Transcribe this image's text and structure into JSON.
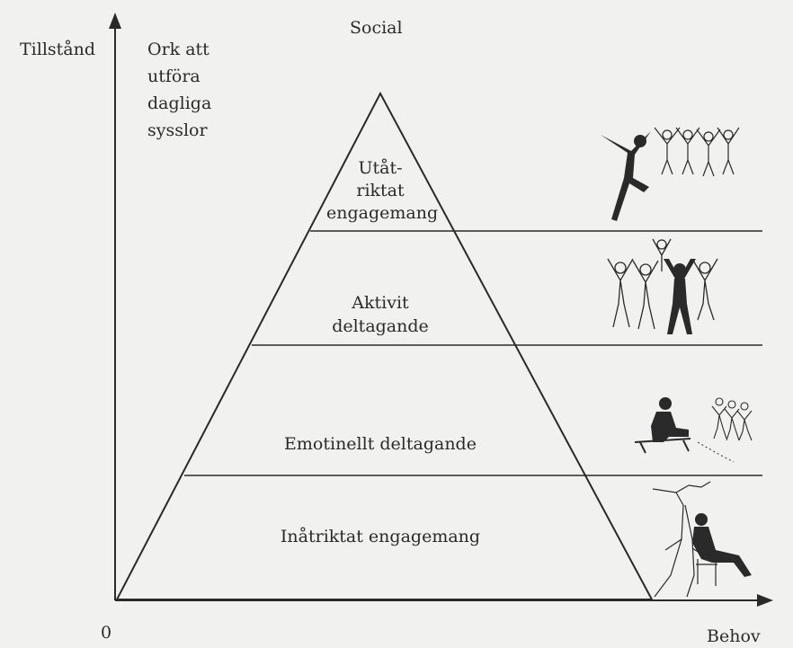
{
  "axes": {
    "y_label": "Tillstånd",
    "y_sublabel": [
      "Ork att",
      "utföra",
      "dagliga",
      "sysslor"
    ],
    "x_label": "Behov",
    "origin_label": "0",
    "top_label": "Social"
  },
  "levels": [
    {
      "lines": [
        "Utåt-",
        "riktat",
        "engagemang"
      ],
      "icon": "jumping-people-icon"
    },
    {
      "lines": [
        "Aktivit",
        "deltagande"
      ],
      "icon": "group-cheering-icon"
    },
    {
      "lines": [
        "Emotinellt deltagande"
      ],
      "icon": "seated-observer-icon"
    },
    {
      "lines": [
        "Inåtriktat engagemang"
      ],
      "icon": "person-under-tree-icon"
    }
  ],
  "colors": {
    "background": "#f1f1ef",
    "ink": "#2a2a2a"
  }
}
